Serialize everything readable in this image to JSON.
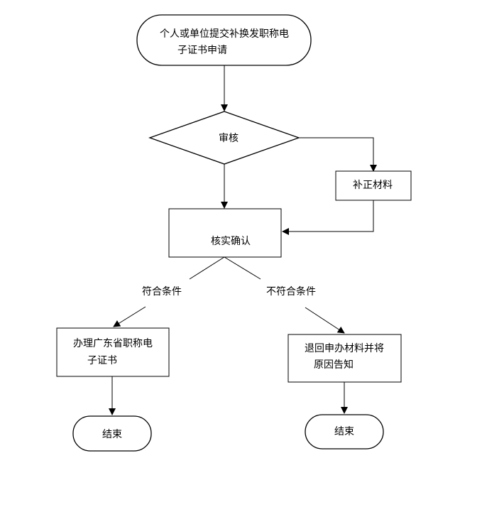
{
  "nodes": {
    "start": {
      "lines": [
        "个人或单位提交补换发职称电",
        "子证书申请"
      ]
    },
    "review": {
      "label": "审核"
    },
    "supplement": {
      "label": "补正材料"
    },
    "verify": {
      "label": "核实确认"
    },
    "issue": {
      "lines": [
        "办理广东省职称电",
        "子证书"
      ]
    },
    "return_materials": {
      "lines": [
        "退回申办材料并将",
        "原因告知"
      ]
    },
    "end_left": {
      "label": "结束"
    },
    "end_right": {
      "label": "结束"
    }
  },
  "branches": {
    "qualified": "符合条件",
    "not_qualified": "不符合条件"
  }
}
